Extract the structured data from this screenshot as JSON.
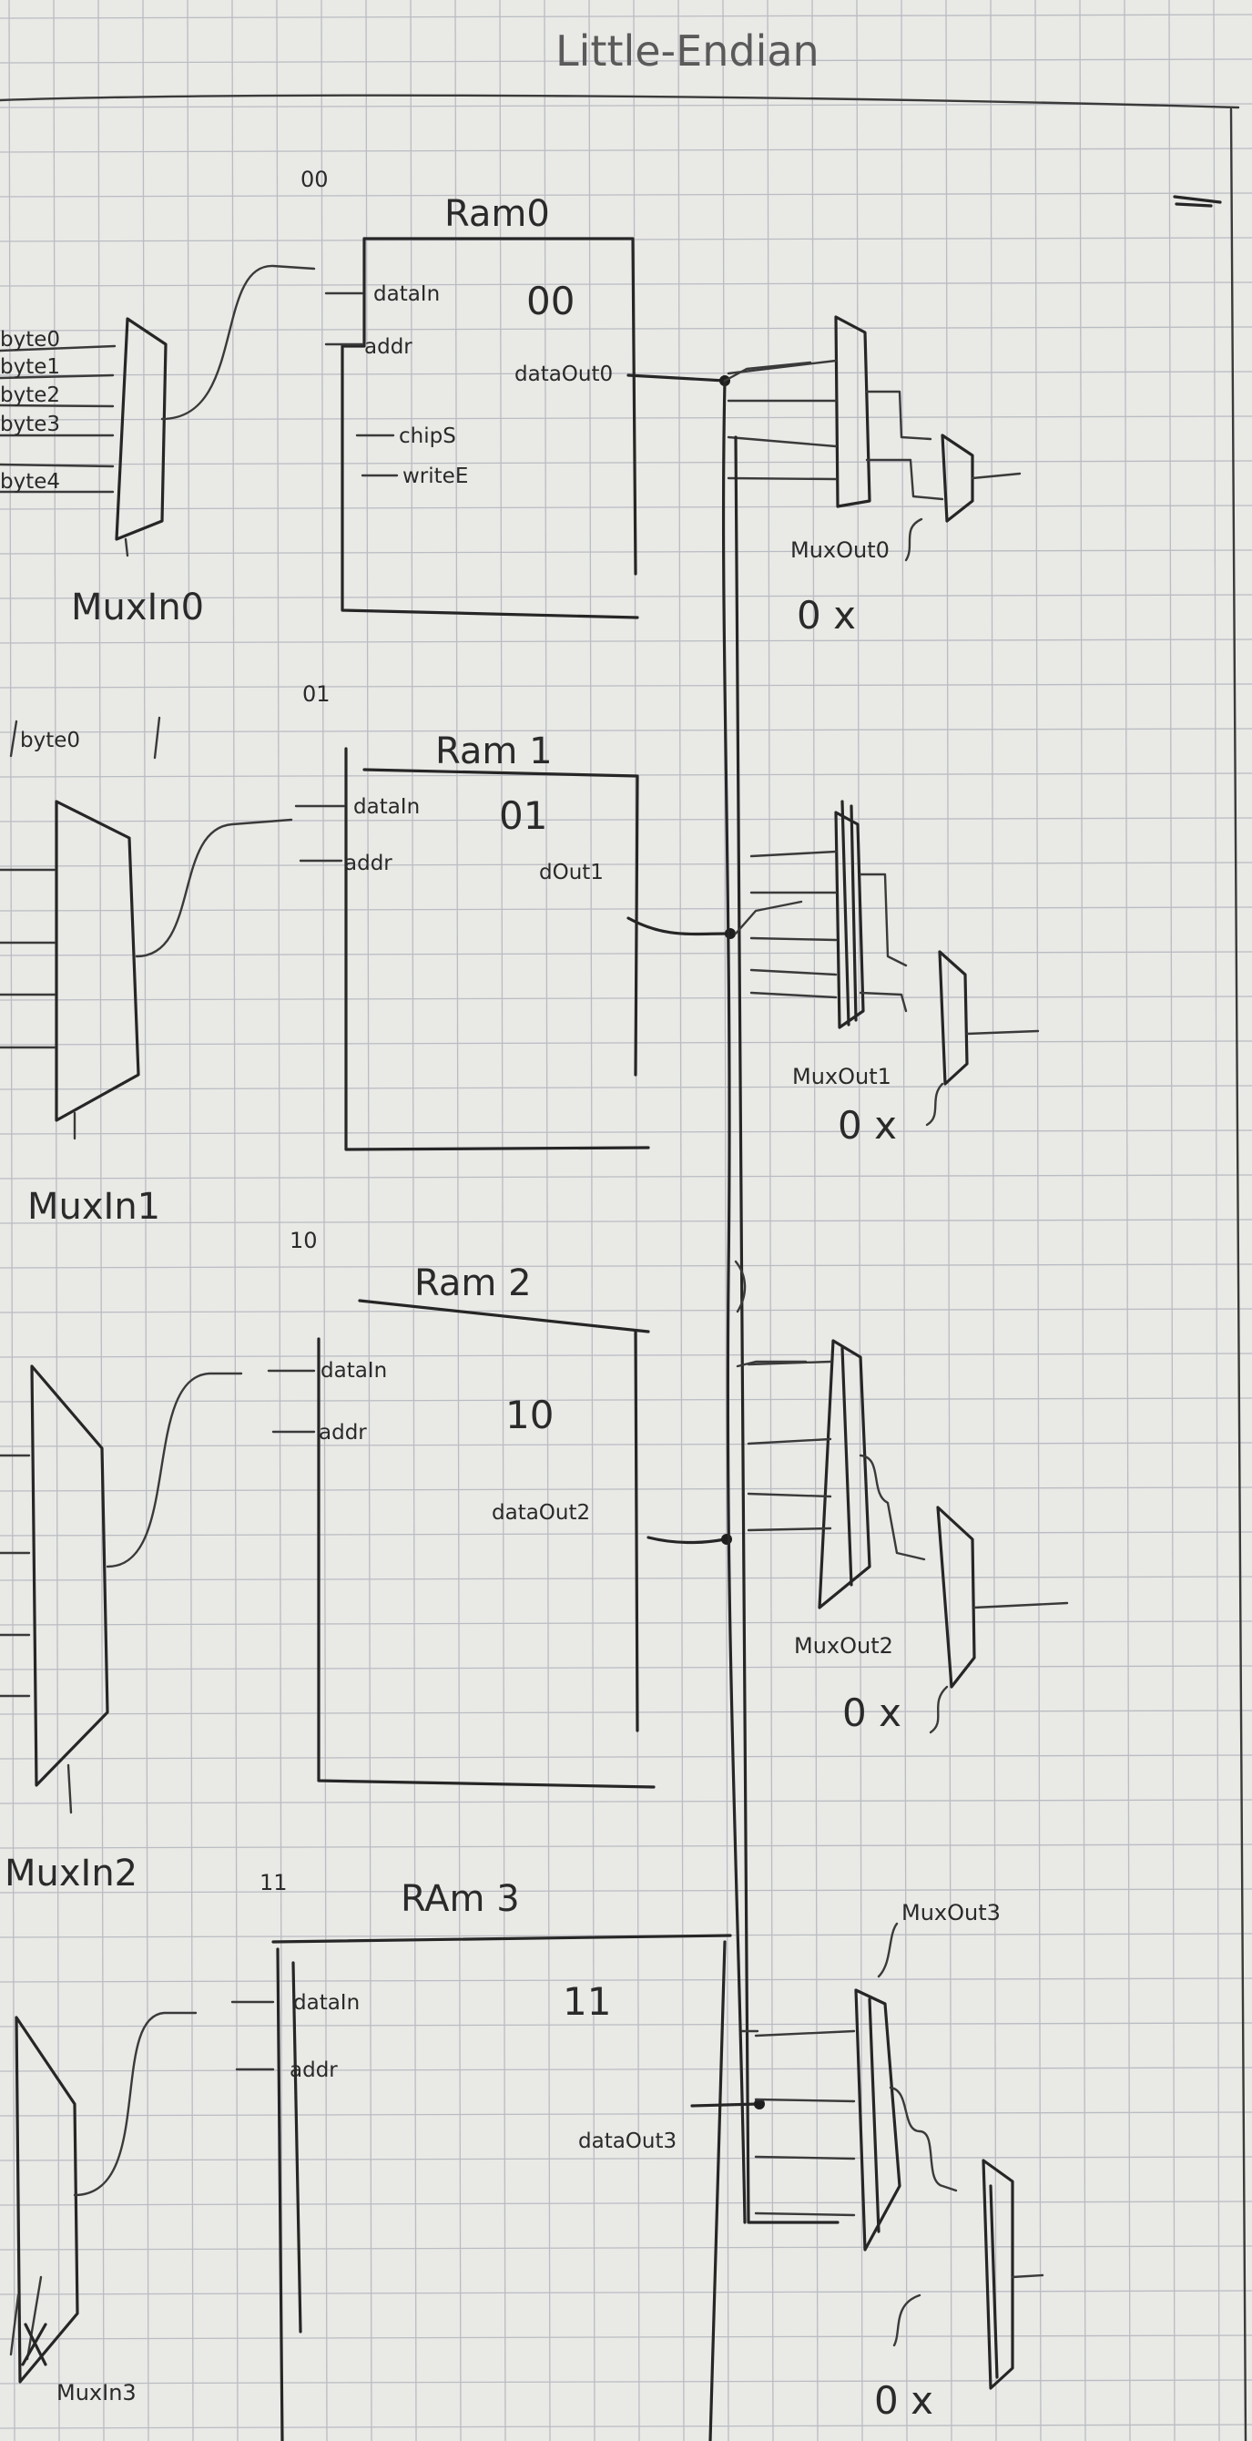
{
  "title": "Little-Endian",
  "rams": [
    {
      "name": "Ram0",
      "code": "00",
      "address_label": "00",
      "ports": [
        "dataIn",
        "addr",
        "chipS",
        "writeE"
      ],
      "out_port": "dataOut0",
      "mux_in": "MuxIn0",
      "mux_out": "MuxOut0",
      "out_label": "0 x"
    },
    {
      "name": "Ram 1",
      "code": "01",
      "address_label": "01",
      "ports": [
        "dataIn",
        "addr"
      ],
      "out_port": "dOut1",
      "mux_in": "MuxIn1",
      "mux_out": "MuxOut1",
      "out_label": "0 x"
    },
    {
      "name": "Ram 2",
      "code": "10",
      "address_label": "10",
      "ports": [
        "dataIn",
        "addr"
      ],
      "out_port": "dataOut2",
      "mux_in": "MuxIn2",
      "mux_out": "MuxOut2",
      "out_label": "0 x"
    },
    {
      "name": "RAm 3",
      "code": "11",
      "address_label": "11",
      "ports": [
        "dataIn",
        "addr"
      ],
      "out_port": "dataOut3",
      "mux_in": "MuxIn3",
      "mux_out": "MuxOut3",
      "out_label": "0 x"
    }
  ],
  "mux_in0_inputs": [
    "byte0",
    "byte1",
    "byte2",
    "byte3",
    "byte4"
  ],
  "mux_in1_label": "byte0",
  "colors": {
    "paper": "#e9e9e6",
    "grid": "#b9bcc2",
    "ink": "#262626"
  }
}
